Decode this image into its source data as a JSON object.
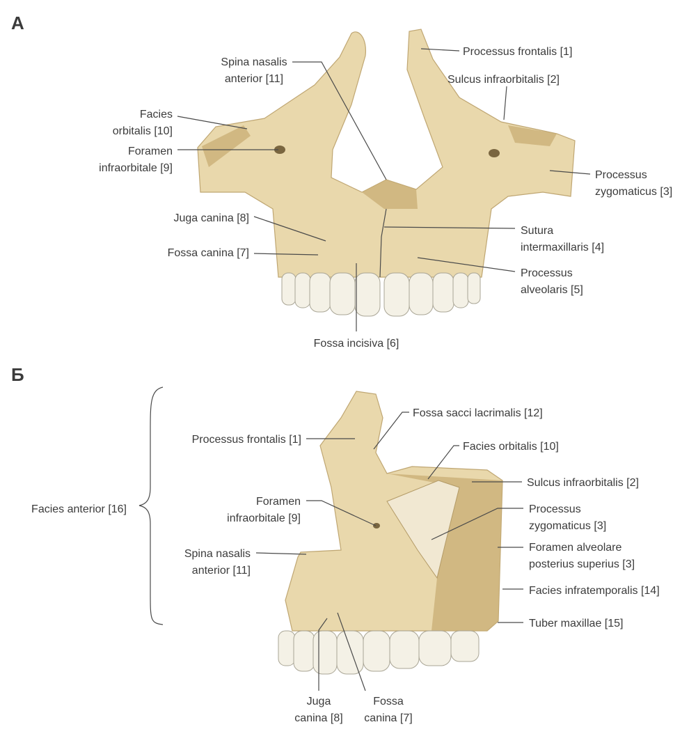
{
  "panelA": {
    "letter": "А",
    "labels": {
      "processus_frontalis": "Processus frontalis [1]",
      "sulcus_infraorbitalis": "Sulcus infraorbitalis [2]",
      "processus_zygomaticus": [
        "Processus",
        "zygomaticus [3]"
      ],
      "sutura_intermaxillaris": [
        "Sutura",
        "intermaxillaris [4]"
      ],
      "processus_alveolaris": [
        "Processus",
        "alveolaris [5]"
      ],
      "fossa_incisiva": "Fossa incisiva [6]",
      "fossa_canina": "Fossa canina [7]",
      "juga_canina": "Juga canina [8]",
      "foramen_infraorbitale": [
        "Foramen",
        "infraorbitale [9]"
      ],
      "facies_orbitalis": [
        "Facies",
        "orbitalis [10]"
      ],
      "spina_nasalis_anterior": [
        "Spina nasalis",
        "anterior [11]"
      ]
    }
  },
  "panelB": {
    "letter": "Б",
    "labels": {
      "facies_anterior": "Facies anterior [16]",
      "processus_frontalis": "Processus frontalis [1]",
      "fossa_sacci_lacrimalis": "Fossa sacci lacrimalis [12]",
      "facies_orbitalis": "Facies orbitalis [10]",
      "sulcus_infraorbitalis": "Sulcus infraorbitalis [2]",
      "processus_zygomaticus": [
        "Processus",
        "zygomaticus [3]"
      ],
      "foramen_alveolare": [
        "Foramen alveolare",
        "posterius superius [3]"
      ],
      "facies_infratemporalis": "Facies infratemporalis [14]",
      "tuber_maxillae": "Tuber maxillae [15]",
      "foramen_infraorbitale": [
        "Foramen",
        "infraorbitale [9]"
      ],
      "spina_nasalis_anterior": [
        "Spina nasalis",
        "anterior [11]"
      ],
      "juga_canina": [
        "Juga",
        "canina [8]"
      ],
      "fossa_canina": [
        "Fossa",
        "canina [7]"
      ]
    }
  },
  "colors": {
    "bone": "#e9d8ac",
    "shade": "#c8ad74",
    "text": "#3b3b3b"
  }
}
